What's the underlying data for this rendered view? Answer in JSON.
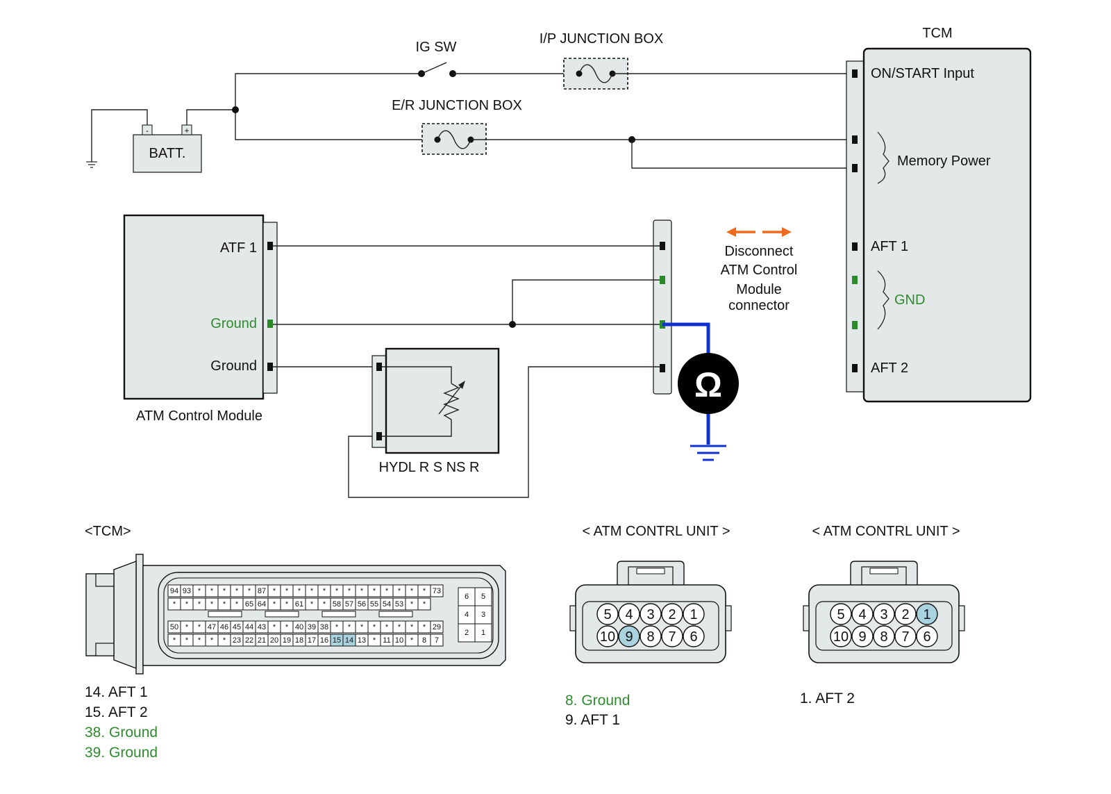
{
  "diagram": {
    "labels": {
      "ig_sw": "IG SW",
      "ip_junction_box": "I/P JUNCTION BOX",
      "er_junction_box": "E/R JUNCTION BOX",
      "batt": "BATT.",
      "batt_minus": "-",
      "batt_plus": "+",
      "tcm_title": "TCM",
      "on_start_input": "ON/START Input",
      "memory_power": "Memory Power",
      "aft1": "AFT 1",
      "gnd": "GND",
      "aft2": "AFT 2",
      "atf1": "ATF 1",
      "ground_green": "Ground",
      "ground": "Ground",
      "atm_control_module": "ATM Control Module",
      "hydl": "HYDL R S NS R",
      "ohm": "Ω",
      "disconnect_lines": [
        "Disconnect",
        "ATM Control",
        "Module",
        "connector"
      ]
    },
    "colors": {
      "green_text": "#2e8b2e",
      "meter_wire": "#1030d0",
      "arrow": "#f06a1e",
      "highlight_pin": "#a9d3de"
    }
  },
  "connectors": {
    "tcm": {
      "title": "<TCM>",
      "rows": [
        [
          "94",
          "93",
          "*",
          "*",
          "*",
          "*",
          "*",
          "87",
          "*",
          "*",
          "*",
          "*",
          "*",
          "*",
          "*",
          "*",
          "*",
          "*",
          "*",
          "*",
          "*",
          "73"
        ],
        [
          "*",
          "*",
          "*",
          "*",
          "*",
          "*",
          "65",
          "64",
          "*",
          "*",
          "61",
          "*",
          "*",
          "58",
          "57",
          "56",
          "55",
          "54",
          "53",
          "*",
          "*"
        ],
        [
          "50",
          "*",
          "*",
          "47",
          "46",
          "45",
          "44",
          "43",
          "*",
          "*",
          "40",
          "39",
          "38",
          "*",
          "*",
          "*",
          "*",
          "*",
          "*",
          "*",
          "*",
          "29"
        ],
        [
          "*",
          "*",
          "*",
          "*",
          "*",
          "23",
          "22",
          "21",
          "20",
          "19",
          "18",
          "17",
          "16",
          "15",
          "14",
          "13",
          "*",
          "11",
          "10",
          "*",
          "8",
          "7"
        ]
      ],
      "highlighted": [
        "15",
        "14"
      ],
      "side_pins": [
        [
          "6",
          "5"
        ],
        [
          "4",
          "3"
        ],
        [
          "2",
          "1"
        ]
      ],
      "legend": [
        {
          "text": "14. AFT 1",
          "green": false
        },
        {
          "text": "15. AFT 2",
          "green": false
        },
        {
          "text": "38. Ground",
          "green": true
        },
        {
          "text": "39. Ground",
          "green": true
        }
      ]
    },
    "atm_a": {
      "title": "< ATM CONTRL UNIT >",
      "top_row": [
        "5",
        "4",
        "3",
        "2",
        "1"
      ],
      "bottom_row": [
        "10",
        "9",
        "8",
        "7",
        "6"
      ],
      "highlighted": [
        "9"
      ],
      "legend": [
        {
          "text": "8. Ground",
          "green": true
        },
        {
          "text": "9. AFT 1",
          "green": false
        }
      ]
    },
    "atm_b": {
      "title": "< ATM CONTRL UNIT >",
      "top_row": [
        "5",
        "4",
        "3",
        "2",
        "1"
      ],
      "bottom_row": [
        "10",
        "9",
        "8",
        "7",
        "6"
      ],
      "highlighted": [
        "1"
      ],
      "legend": [
        {
          "text": "1. AFT 2",
          "green": false
        }
      ]
    }
  }
}
